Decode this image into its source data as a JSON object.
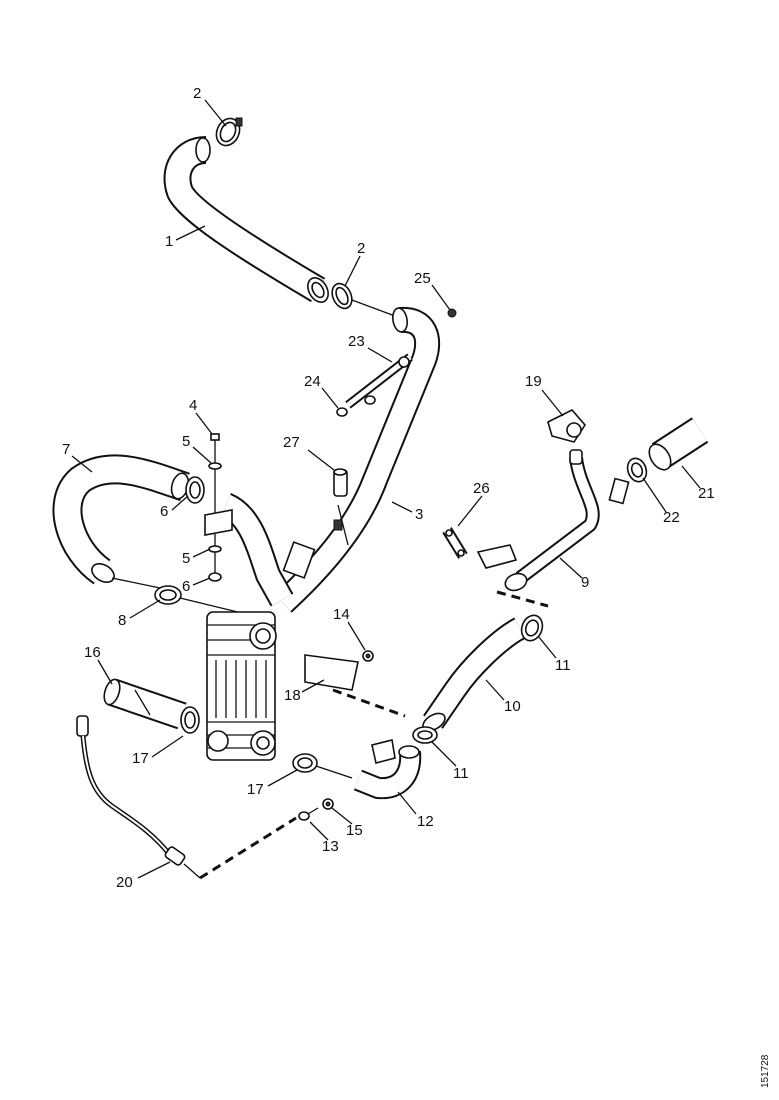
{
  "callouts": [
    "2",
    "1",
    "2",
    "25",
    "23",
    "24",
    "19",
    "4",
    "5",
    "27",
    "7",
    "6",
    "3",
    "26",
    "21",
    "22",
    "5",
    "6",
    "9",
    "8",
    "14",
    "11",
    "16",
    "18",
    "10",
    "17",
    "11",
    "17",
    "12",
    "15",
    "13",
    "20"
  ],
  "figure_id": "151728"
}
